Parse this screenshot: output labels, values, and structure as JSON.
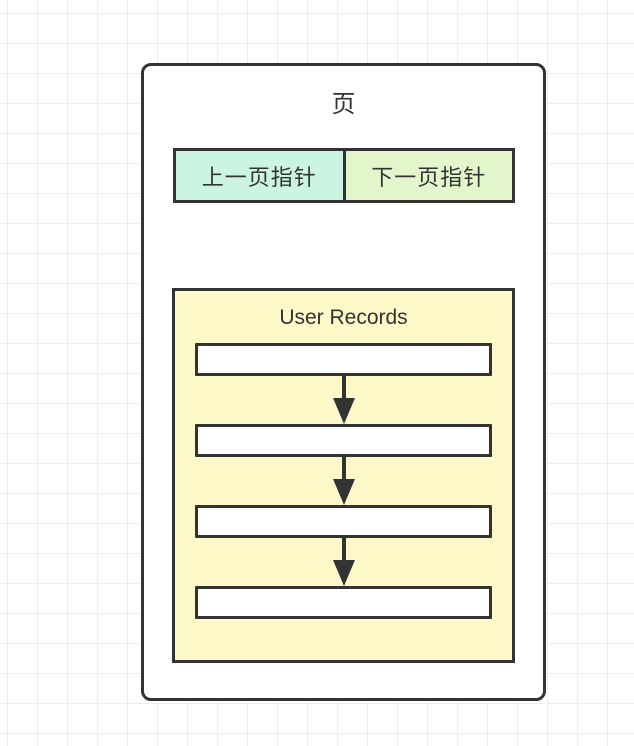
{
  "canvas": {
    "bg": "#ffffff",
    "grid_line": "#ededed"
  },
  "page": {
    "title": "页",
    "stroke": "#333333",
    "pointers": {
      "prev": {
        "label": "上一页指针",
        "bg": "#ccf4e3"
      },
      "next": {
        "label": "下一页指针",
        "bg": "#e3f5cb"
      }
    },
    "records": {
      "title": "User Records",
      "bg": "#fdf9c8",
      "row_bg": "#ffffff",
      "rows": [
        {
          "label": ""
        },
        {
          "label": ""
        },
        {
          "label": ""
        },
        {
          "label": ""
        }
      ]
    }
  }
}
